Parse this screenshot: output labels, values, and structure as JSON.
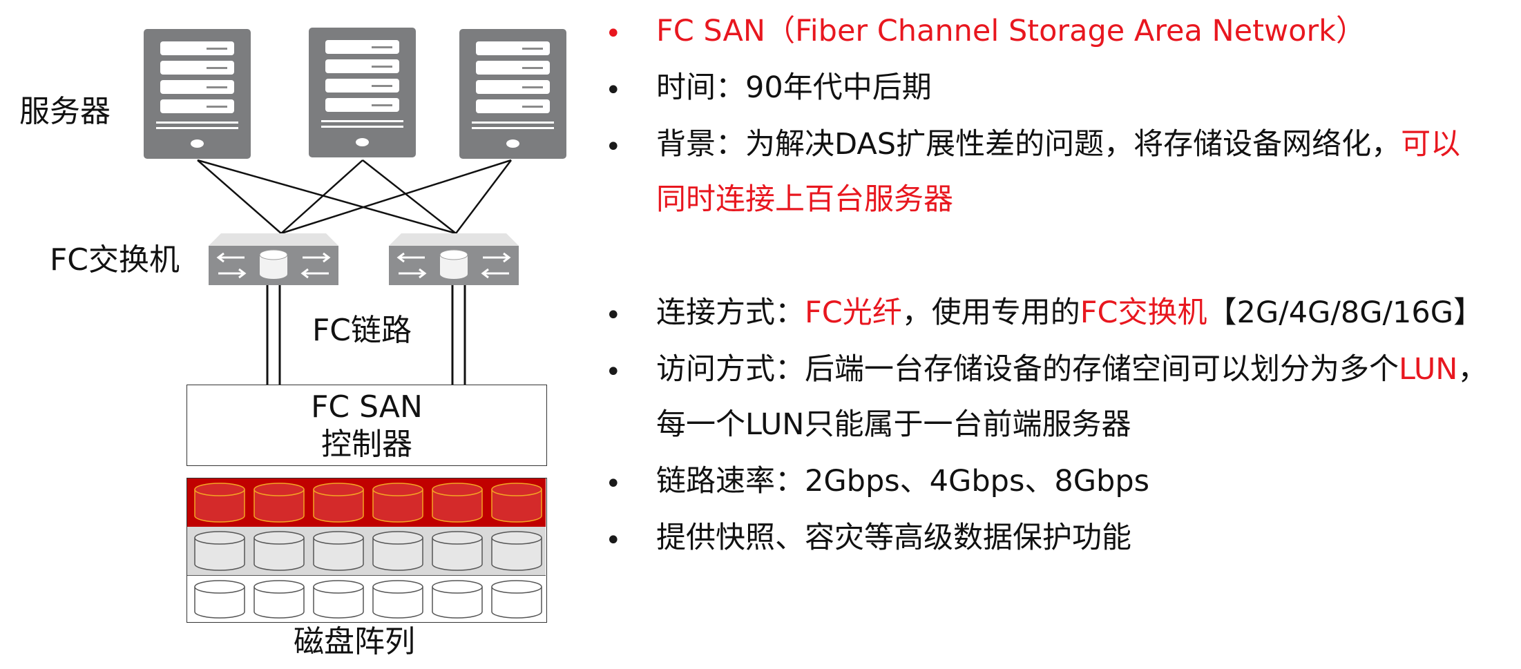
{
  "diagram": {
    "servers_label": "服务器",
    "switch_label": "FC交换机",
    "link_label": "FC链路",
    "controller_line1": "FC SAN",
    "controller_line2": "控制器",
    "array_label": "磁盘阵列",
    "colors": {
      "server_gray": "#7c7d7f",
      "disk_red": "#c00000",
      "disk_gray": "#d9d9d9",
      "accent_red": "#e8171f"
    }
  },
  "bullets": {
    "b1": {
      "text": "FC SAN（Fiber Channel Storage Area Network）"
    },
    "b2": {
      "text": "时间：90年代中后期"
    },
    "b3": {
      "part1": "背景：为解决DAS扩展性差的问题，将存储设备网络化，",
      "part2_red": "可以",
      "line2_red": "同时连接上百台服务器"
    },
    "b4": {
      "p1": "连接方式：",
      "p2_red": "FC光纤",
      "p3": "，使用专用的",
      "p4_red": "FC交换机",
      "p5": "【2G/4G/8G/16G】"
    },
    "b5": {
      "p1": "访问方式：后端一台存储设备的存储空间可以划分为多个",
      "p2_red": "LUN",
      "p3": "，",
      "line2": "每一个LUN只能属于一台前端服务器"
    },
    "b6": {
      "text": "链路速率：2Gbps、4Gbps、8Gbps"
    },
    "b7": {
      "text": "提供快照、容灾等高级数据保护功能"
    }
  }
}
